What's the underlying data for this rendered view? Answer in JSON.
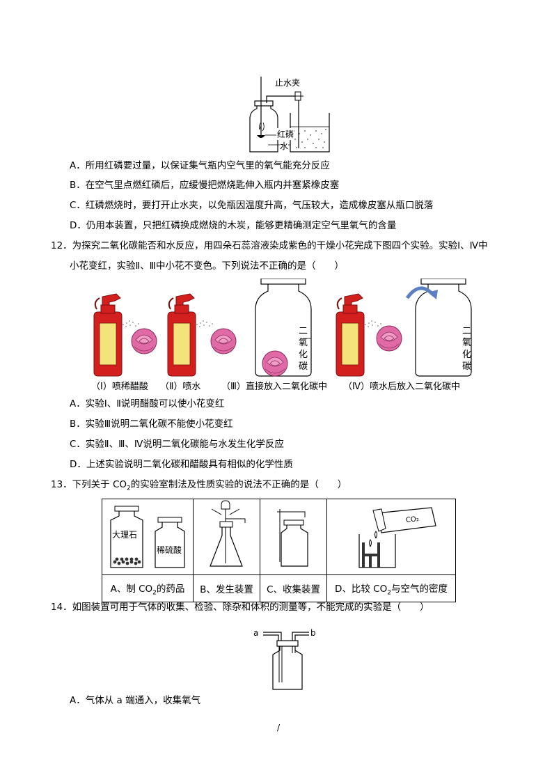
{
  "q11": {
    "figure": {
      "label_clip": "止水夹",
      "label_phosphorus": "红磷",
      "label_water": "水"
    },
    "options": [
      "A．所用红磷要过量，以保证集气瓶内空气里的氧气能充分反应",
      "B．在空气里点燃红磷后，应缓慢把燃烧匙伸入瓶内并塞紧橡皮塞",
      "C．红磷燃烧时，要打开止水夹，以免瓶因温度升高，气压较大，造成橡皮塞从瓶口脱落",
      "D．仍用本装置，只把红磷换成燃烧的木炭，能够更精确测定空气里氧气的含量"
    ]
  },
  "q12": {
    "stem_line1": "12．为探究二氧化碳能否和水反应，用四朵石蕊溶液染成紫色的干燥小花完成下图四个实验。实验Ⅰ、Ⅳ中",
    "stem_line2": "小花变红，实验Ⅱ、Ⅲ中小花不变色。下列说法不正确的是（　　）",
    "figure": {
      "co2_label": [
        "二",
        "氧",
        "化",
        "碳"
      ],
      "captions": [
        "（Ⅰ）喷稀醋酸",
        "（Ⅱ）喷水",
        "（Ⅲ）直接放入二氧化碳中",
        "（Ⅳ）喷水后放入二氧化碳中"
      ]
    },
    "options": [
      "A．实验Ⅰ、Ⅱ说明醋酸可以使小花变红",
      "B．实验Ⅲ说明二氧化碳不能使小花变红",
      "C．实验Ⅱ、Ⅲ、Ⅳ说明二氧化碳能与水发生化学反应",
      "D．上述实验说明二氧化碳和醋酸具有相似的化学性质"
    ]
  },
  "q13": {
    "stem_prefix": "13．下列关于 CO",
    "stem_sub": "2",
    "stem_suffix": "的实验室制法及性质实验的说法不正确的是（　　）",
    "cells": [
      {
        "caption_prefix": "A、制 CO",
        "caption_sub": "2",
        "caption_suffix": "的药品",
        "label1": "大理石",
        "label2": "稀硫酸"
      },
      {
        "caption": "B、发生装置"
      },
      {
        "caption": "C、收集装置"
      },
      {
        "caption_prefix": "D、比较 CO",
        "caption_sub": "2",
        "caption_suffix": "与空气的密度",
        "label": "CO₂"
      }
    ]
  },
  "q14": {
    "stem": "14．如图装置可用于气体的收集、检验、除杂和体积的测量等，不能完成的实验是（　　）",
    "figure": {
      "label_a": "a",
      "label_b": "b"
    },
    "options": [
      "A．气体从 a 端通入，收集氧气"
    ]
  },
  "footer": {
    "page_mark": "/"
  },
  "colors": {
    "bottle_red": "#d41f1f",
    "label_yellow": "#f4e27a",
    "flower_pink": "#e06aa6",
    "arrow_blue": "#5b7fc0"
  }
}
